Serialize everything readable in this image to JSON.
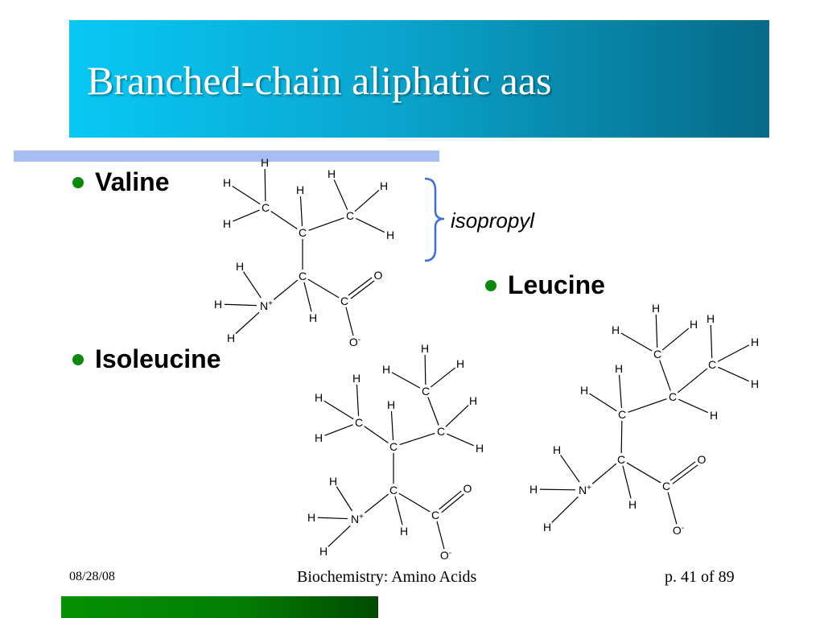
{
  "slide": {
    "title": "Branched-chain aliphatic aas",
    "bullets": {
      "valine": "Valine",
      "isoleucine": "Isoleucine",
      "leucine": "Leucine"
    },
    "brace_label": "isopropyl",
    "atoms": {
      "hydrogen": "H",
      "carbon": "C",
      "nitrogen": "N",
      "oxygen": "O",
      "plus": "+",
      "minus": "-"
    }
  },
  "footer": {
    "date": "08/28/08",
    "course": "Biochemistry: Amino Acids",
    "page": "p. 41 of 89"
  },
  "colors": {
    "title_gradient": [
      "#08c8f4",
      "#066a88"
    ],
    "bullet_green": "#0a8a0a",
    "brace_blue": "#3b6fd9",
    "rule_bar": "#a9bdf5",
    "bottom_bar": "#037f03"
  }
}
